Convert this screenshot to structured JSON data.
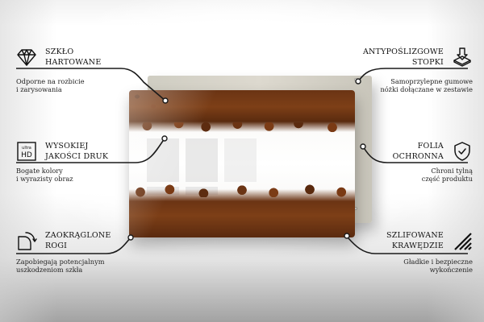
{
  "features": {
    "tempered_glass": {
      "icon": "diamond-icon",
      "title_line1": "SZKŁO",
      "title_line2": "HARTOWANE",
      "desc_line1": "Odporne na rozbicie",
      "desc_line2": "i zarysowania"
    },
    "anti_slip_feet": {
      "icon": "press-down-arrow-icon",
      "title_line1": "ANTYPOŚLIZGOWE",
      "title_line2": "STOPKI",
      "desc_line1": "Samoprzylepne gumowe",
      "desc_line2": "nóżki dołączane w zestawie"
    },
    "hd_print": {
      "icon": "ultra-hd-icon",
      "icon_text_small": "ultra",
      "icon_text_big": "HD",
      "title_line1": "WYSOKIEJ",
      "title_line2": "JAKOŚCI DRUK",
      "desc_line1": "Bogate kolory",
      "desc_line2": "i wyrazisty obraz"
    },
    "protective_film": {
      "icon": "shield-check-icon",
      "title_line1": "FOLIA",
      "title_line2": "OCHRONNA",
      "desc_line1": "Chroni tylną",
      "desc_line2": "część produktu"
    },
    "rounded_corners": {
      "icon": "rounded-corner-icon",
      "title_line1": "ZAOKRĄGLONE",
      "title_line2": "ROGI",
      "desc_line1": "Zapobiegają potencjalnym",
      "desc_line2": "uszkodzeniom szkła"
    },
    "ground_edges": {
      "icon": "ground-edge-stripes-icon",
      "title_line1": "SZLIFOWANE",
      "title_line2": "KRAWĘDZIE",
      "desc_line1": "Gładkie i bezpieczne",
      "desc_line2": "wykończenie"
    }
  },
  "product": {
    "subject": "coffee beans on glass panel",
    "colors": {
      "bean_dark": "#5a2a0f",
      "bean_mid": "#7d3f17",
      "back_panel": "#d6d3c8",
      "line": "#1a1a1a"
    }
  }
}
